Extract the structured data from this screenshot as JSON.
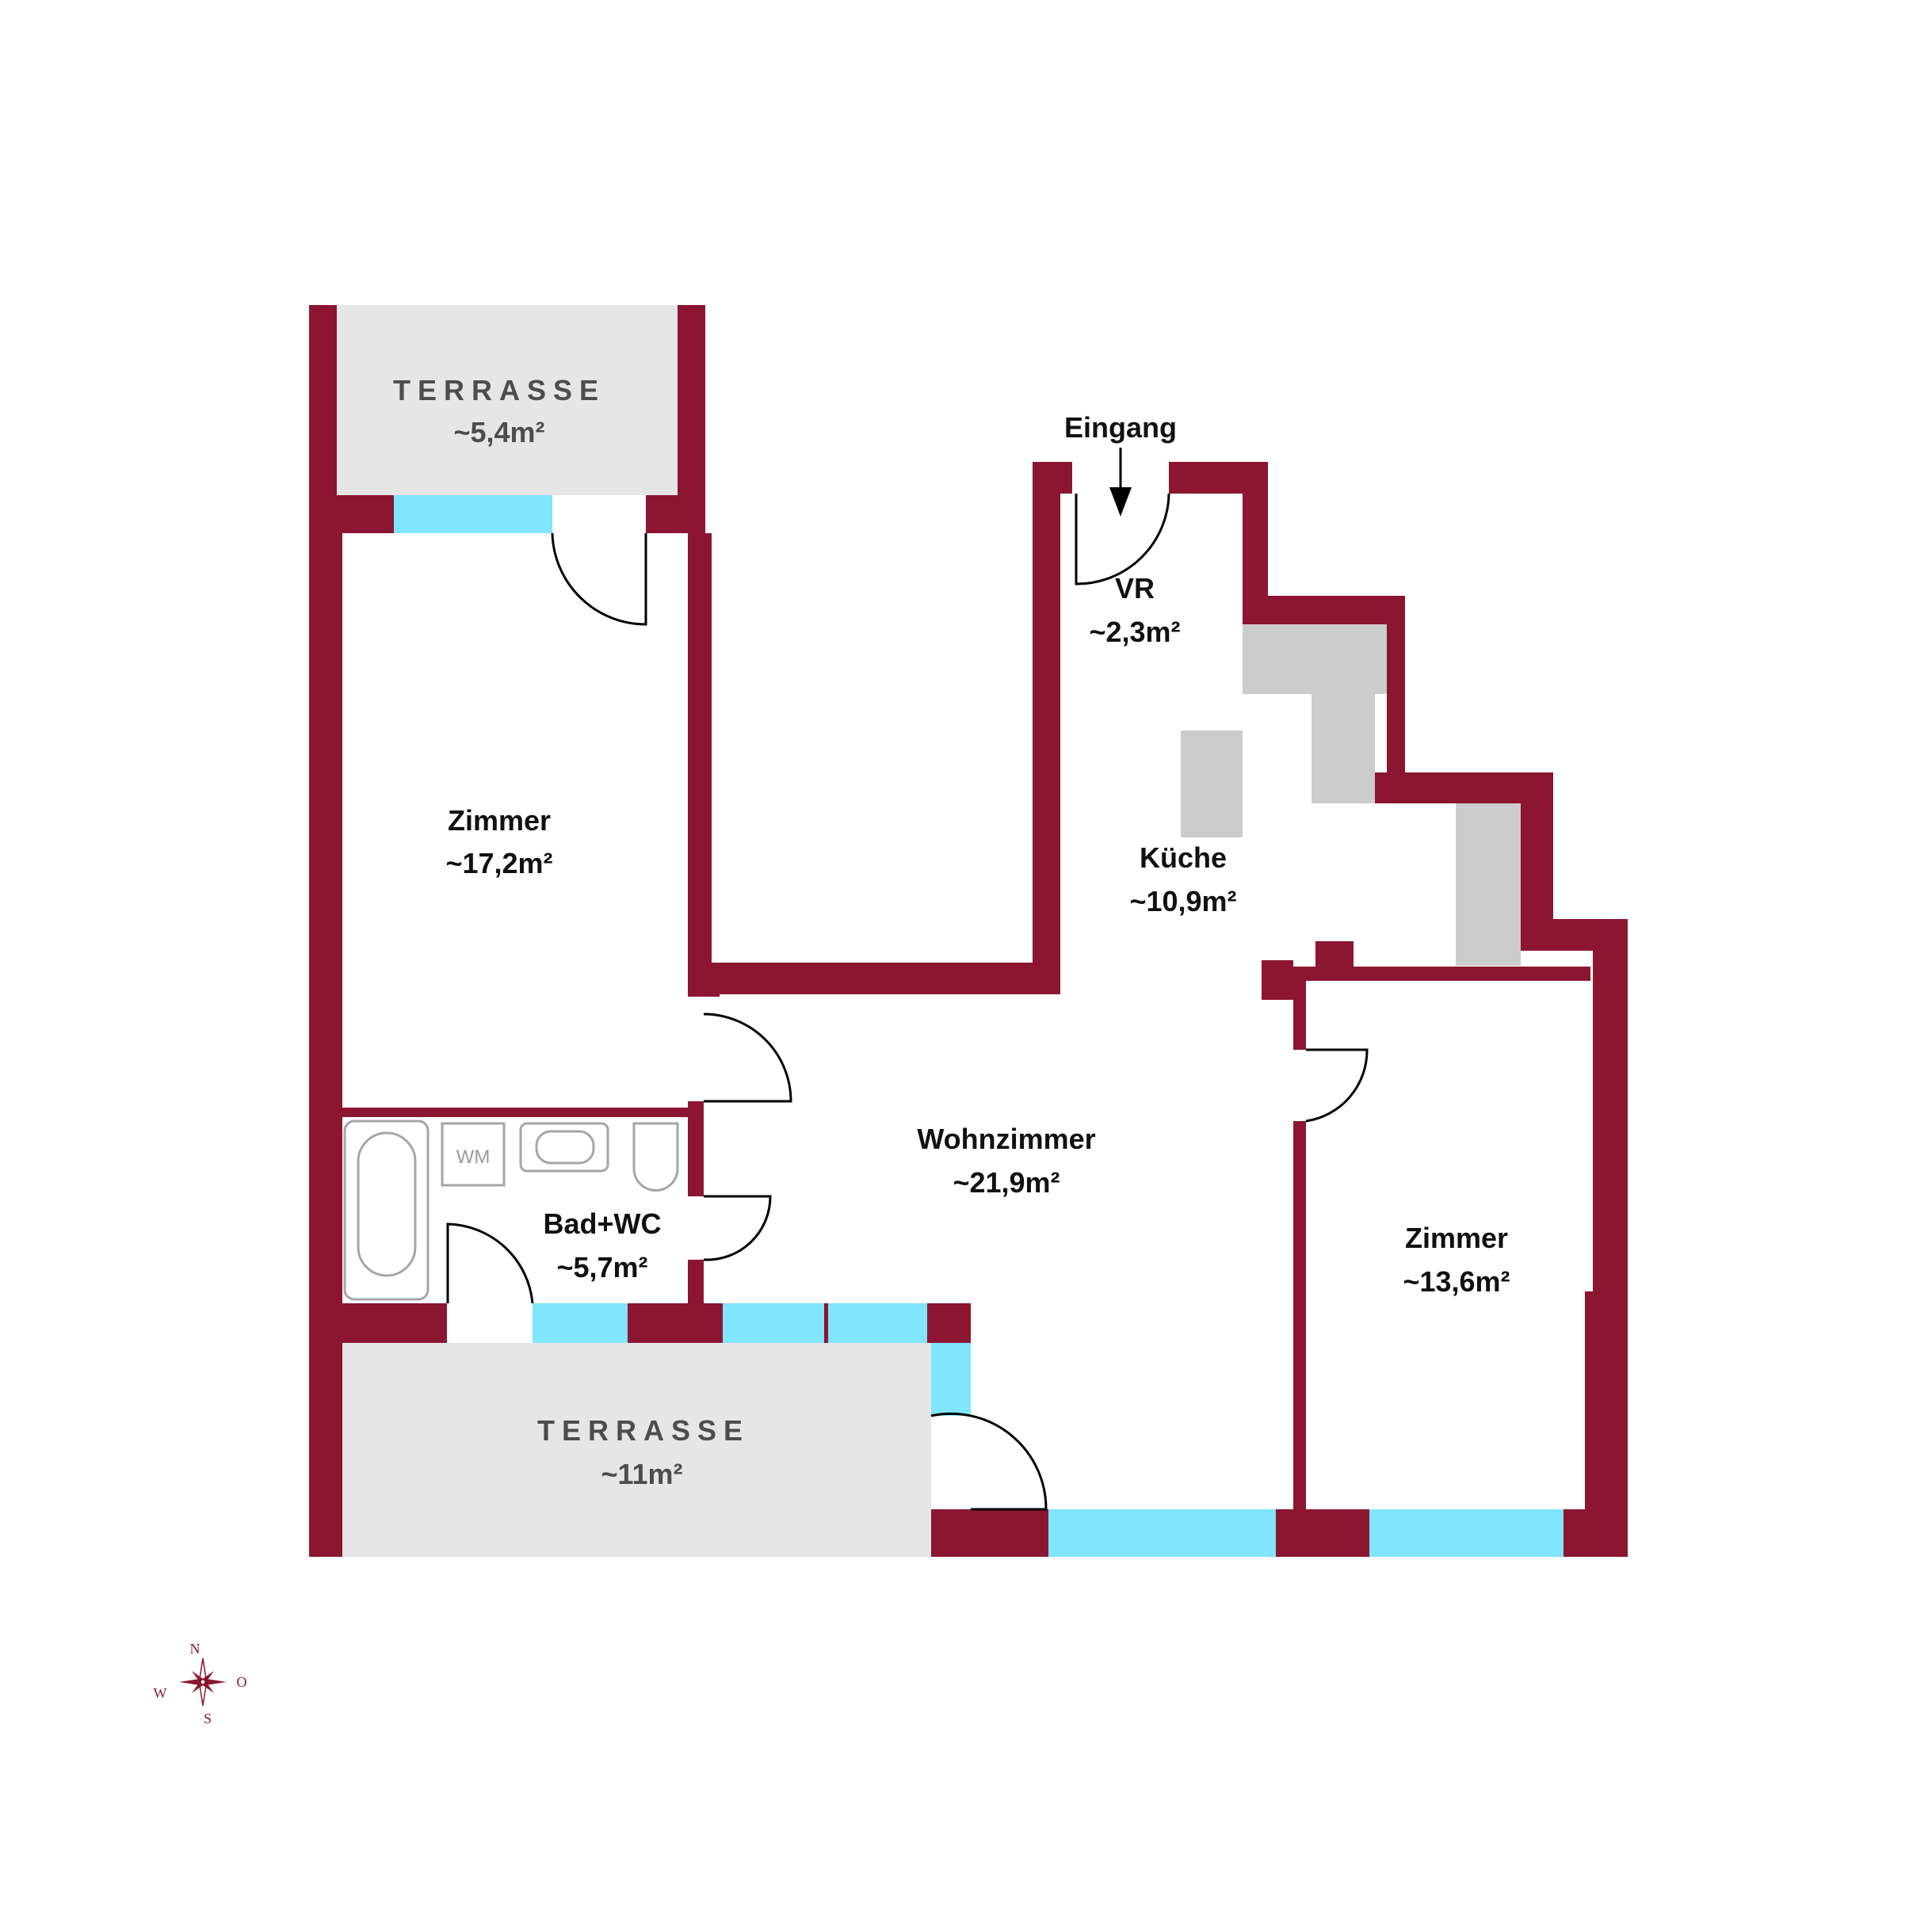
{
  "colors": {
    "wall": "#8c1631",
    "window": "#80e5fd",
    "terrace": "#e6e6e6",
    "kitchen_unit": "#cccccc",
    "door_line": "#000000",
    "fixture": "#a6a6a6"
  },
  "rooms": {
    "terrasse_top": {
      "label": "TERRASSE",
      "area": "~5,4m²"
    },
    "zimmer_left": {
      "label": "Zimmer",
      "area": "~17,2m²"
    },
    "vr": {
      "label": "VR",
      "area": "~2,3m²"
    },
    "kueche": {
      "label": "Küche",
      "area": "~10,9m²"
    },
    "wohnzimmer": {
      "label": "Wohnzimmer",
      "area": "~21,9m²"
    },
    "bad": {
      "label": "Bad+WC",
      "area": "~5,7m²"
    },
    "zimmer_right": {
      "label": "Zimmer",
      "area": "~13,6m²"
    },
    "terrasse_bottom": {
      "label": "TERRASSE",
      "area": "~11m²"
    }
  },
  "entrance": {
    "label": "Eingang"
  },
  "fixtures": {
    "washing_machine": "WM"
  },
  "compass": {
    "north": "N",
    "south": "S",
    "west": "W",
    "east": "O"
  }
}
